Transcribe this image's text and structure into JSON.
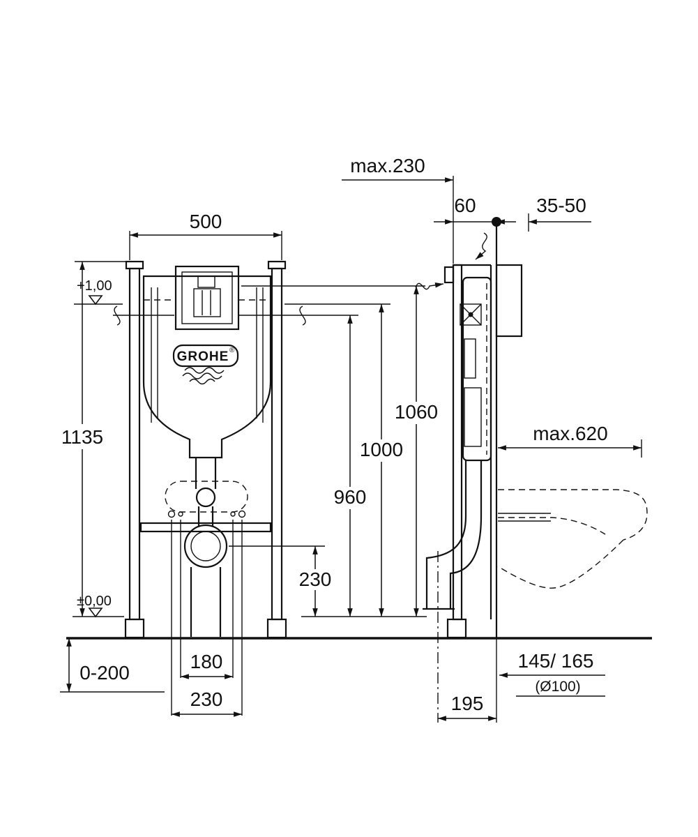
{
  "brand": {
    "logo_text": "GROHE",
    "registered_mark": "®"
  },
  "dims": {
    "front": {
      "frame_width": "500",
      "frame_height": "1135",
      "level_plate": "+1,00",
      "level_floor": "±0,00",
      "floor_buildup": "0-200",
      "fixing_spacing_narrow": "180",
      "fixing_spacing_wide": "230",
      "outlet_height": "230",
      "height_960": "960",
      "height_1000": "1000",
      "height_1060": "1060"
    },
    "side": {
      "max_depth": "max.230",
      "top_offset": "60",
      "plate_range": "35-50",
      "max_projection": "max.620",
      "outlet_offset": "145/ 165",
      "outlet_diameter": "(Ø100)",
      "outlet_distance": "195"
    }
  }
}
